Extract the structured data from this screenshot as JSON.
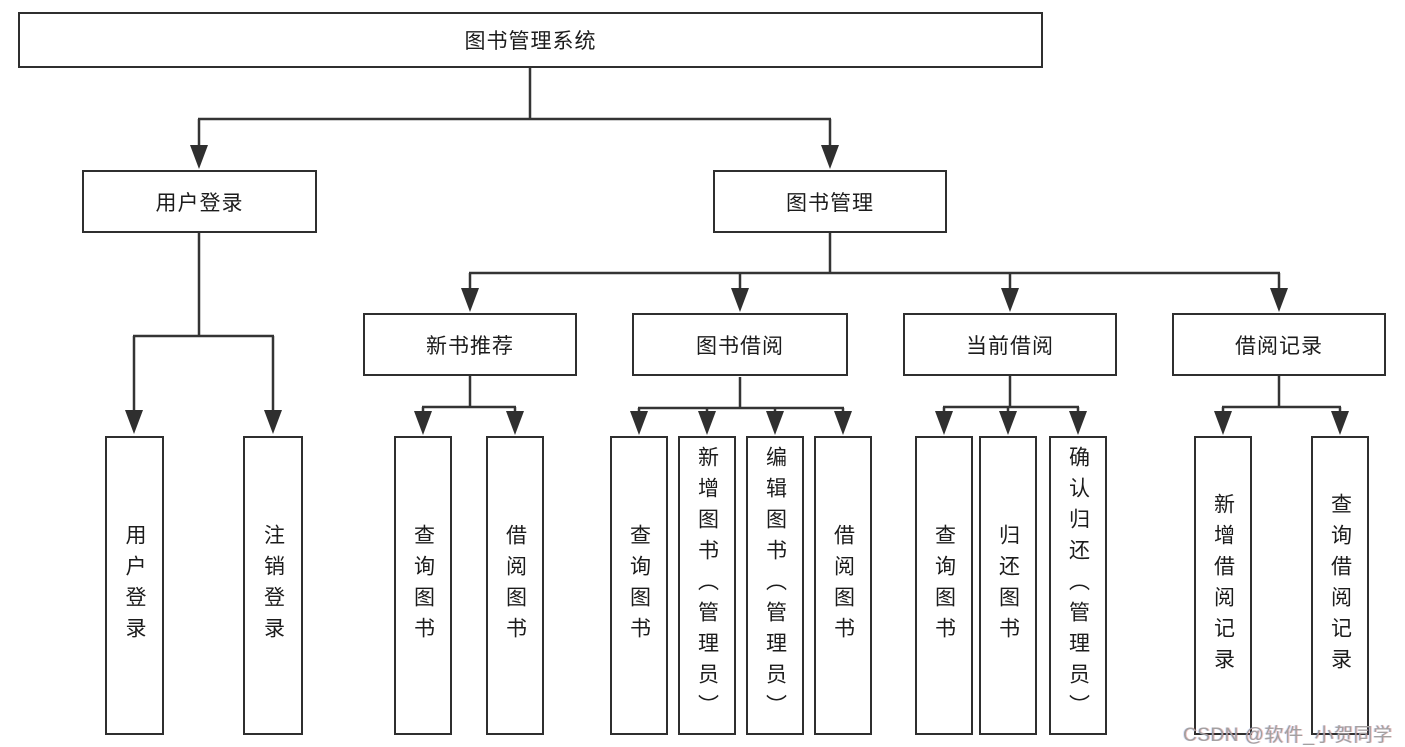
{
  "diagram": {
    "root": "图书管理系统",
    "level2": [
      {
        "label": "用户登录",
        "children": [
          "用户登录",
          "注销登录"
        ]
      },
      {
        "label": "图书管理",
        "children": [
          {
            "label": "新书推荐",
            "children": [
              "查询图书",
              "借阅图书"
            ]
          },
          {
            "label": "图书借阅",
            "children": [
              "查询图书",
              "新增图书（管理员）",
              "编辑图书（管理员）",
              "借阅图书"
            ]
          },
          {
            "label": "当前借阅",
            "children": [
              "查询图书",
              "归还图书",
              "确认归还（管理员）"
            ]
          },
          {
            "label": "借阅记录",
            "children": [
              "新增借阅记录",
              "查询借阅记录"
            ]
          }
        ]
      }
    ]
  },
  "watermark": "CSDN @软件_小贺同学",
  "colors": {
    "line": "#343434",
    "box_border": "#2f2f2f",
    "text": "#1c1c1c",
    "watermark": "#a3a0a0",
    "background": "#ffffff"
  }
}
